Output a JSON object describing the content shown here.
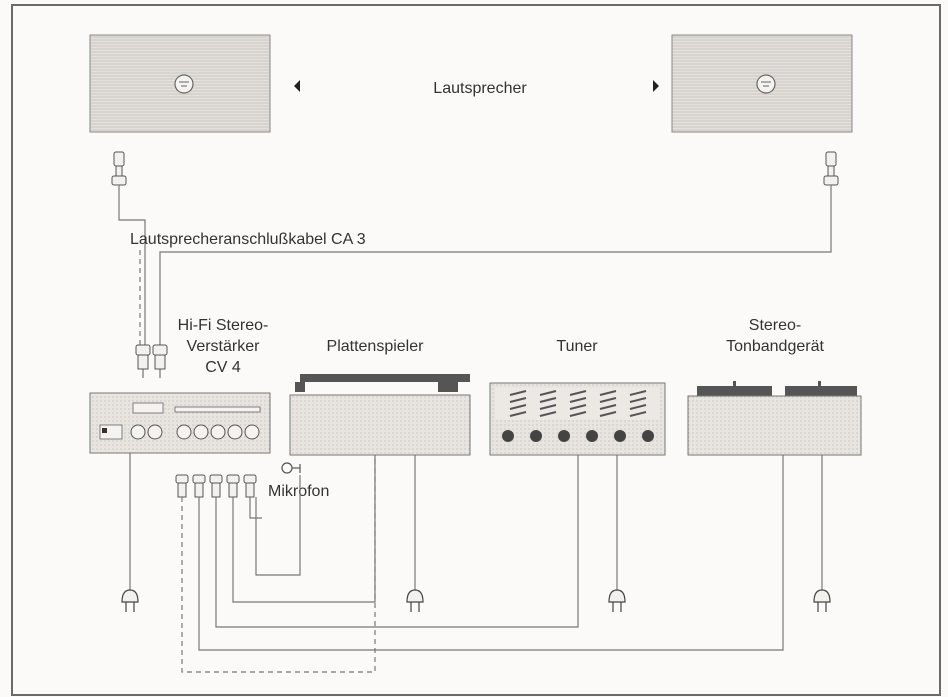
{
  "labels": {
    "speakers": "Lautsprecher",
    "cable": "Lautsprecheranschlußkabel CA 3",
    "amp_line1": "Hi-Fi Stereo-",
    "amp_line2": "Verstärker",
    "amp_line3": "CV 4",
    "turntable": "Plattenspieler",
    "tuner": "Tuner",
    "tape_line1": "Stereo-",
    "tape_line2": "Tonbandgerät",
    "microphone": "Mikrofon"
  }
}
